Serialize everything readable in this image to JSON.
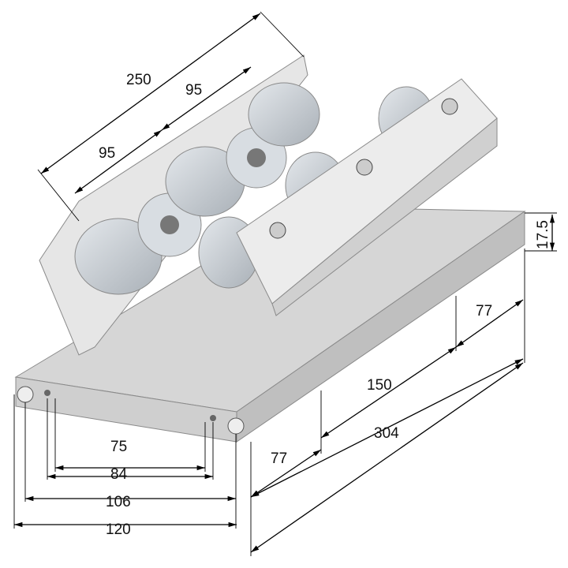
{
  "drawing": {
    "dimensions": {
      "roller_length": "250",
      "roller_pitch_upper": "95",
      "roller_pitch_lower": "95",
      "plate_thickness": "17.5",
      "rear_offset": "77",
      "hole_spacing_long": "150",
      "plate_length": "304",
      "front_offset": "77",
      "inner_hole_spacing": "75",
      "inner_hole_outer": "84",
      "outer_hole_spacing": "106",
      "plate_width": "120"
    },
    "colors": {
      "roller": "#c9ced3",
      "plate_top": "#dcdcdc",
      "plate_side": "#bdbdbd",
      "bracket": "#e6e6e6"
    }
  }
}
